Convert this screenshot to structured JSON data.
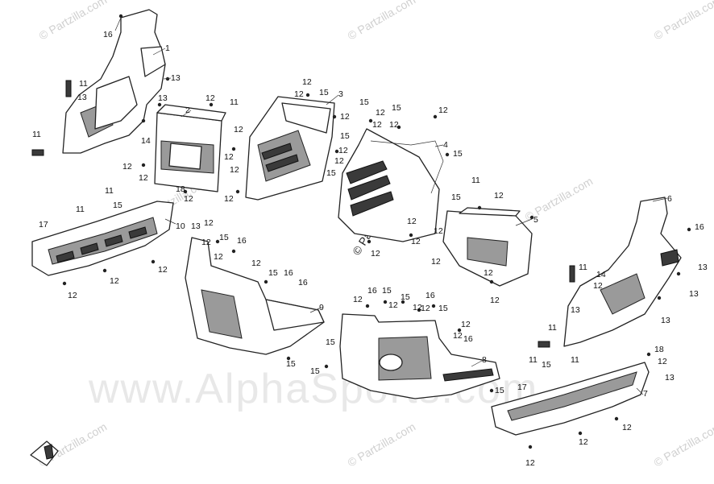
{
  "watermarks": {
    "partzilla": "© Partzilla.com",
    "alpha": "www.AlphaSports.com"
  },
  "callouts": [
    {
      "id": "c1",
      "text": "1"
    },
    {
      "id": "c2",
      "text": "2"
    },
    {
      "id": "c3",
      "text": "3"
    },
    {
      "id": "c4",
      "text": "4"
    },
    {
      "id": "c5",
      "text": "5"
    },
    {
      "id": "c6",
      "text": "6"
    },
    {
      "id": "c7",
      "text": "7"
    },
    {
      "id": "c8",
      "text": "8"
    },
    {
      "id": "c9",
      "text": "9"
    },
    {
      "id": "c10",
      "text": "10"
    },
    {
      "id": "c11",
      "text": "11"
    },
    {
      "id": "c12",
      "text": "12"
    },
    {
      "id": "c13",
      "text": "13"
    },
    {
      "id": "c14",
      "text": "14"
    },
    {
      "id": "c15",
      "text": "15"
    },
    {
      "id": "c16",
      "text": "16"
    },
    {
      "id": "c17",
      "text": "17"
    },
    {
      "id": "c18",
      "text": "18"
    }
  ]
}
